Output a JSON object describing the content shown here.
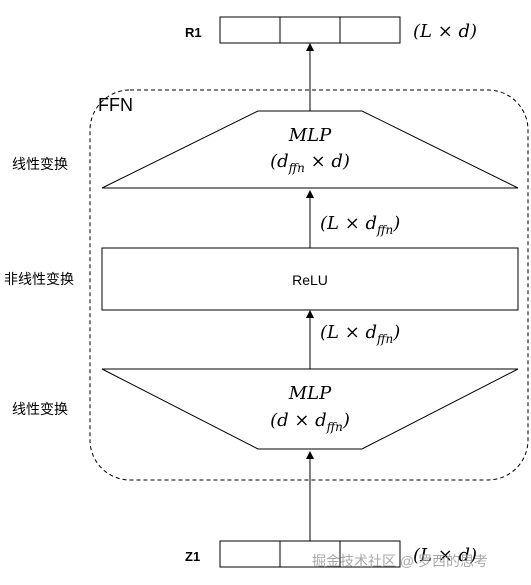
{
  "diagram": {
    "top_vector": {
      "label": "R1",
      "shape": "(L × d)"
    },
    "bottom_vector": {
      "label": "Z1",
      "shape": "(L × d)"
    },
    "ffn_label": "FFN",
    "upper_mlp": {
      "name": "MLP",
      "dims": "(d",
      "dims_sub": "ffn",
      "dims_tail": " × d)"
    },
    "lower_mlp": {
      "name": "MLP",
      "dims": "(d × d",
      "dims_sub": "ffn",
      "dims_tail": ")"
    },
    "relu_label": "ReLU",
    "shape_above_relu": {
      "pre": "(L × d",
      "sub": "ffn",
      "post": ")"
    },
    "shape_below_relu": {
      "pre": "(L × d",
      "sub": "ffn",
      "post": ")"
    },
    "side_labels": {
      "upper": "线性变换",
      "middle": "非线性变换",
      "lower": "线性变换"
    },
    "watermark": "掘金技术社区 @ 罗西的思考"
  },
  "colors": {
    "stroke": "#000000",
    "background": "#ffffff",
    "watermark": "#9a9a9a"
  }
}
